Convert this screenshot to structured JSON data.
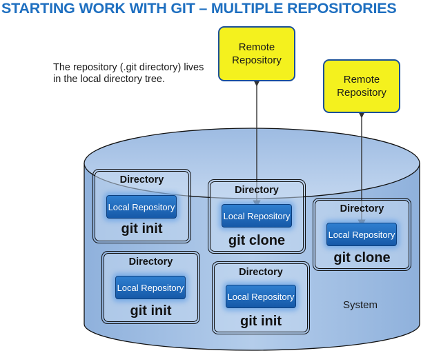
{
  "title": "STARTING WORK WITH GIT – MULTIPLE REPOSITORIES",
  "note": "The repository (.git directory) lives in the local directory tree.",
  "system_label": "System",
  "remotes": [
    {
      "label": "Remote Repository"
    },
    {
      "label": "Remote Repository"
    }
  ],
  "directories": [
    {
      "label": "Directory",
      "local": "Local Repository",
      "command": "git init"
    },
    {
      "label": "Directory",
      "local": "Local Repository",
      "command": "git clone"
    },
    {
      "label": "Directory",
      "local": "Local Repository",
      "command": "git clone"
    },
    {
      "label": "Directory",
      "local": "Local Repository",
      "command": "git init"
    },
    {
      "label": "Directory",
      "local": "Local Repository",
      "command": "git init"
    }
  ],
  "colors": {
    "title": "#1e6fc0",
    "remote_fill": "#f4f11e",
    "remote_border": "#1a4f9a",
    "cylinder_fill": "#a9c4e6",
    "local_repo_fill": "#1f6bbd"
  }
}
